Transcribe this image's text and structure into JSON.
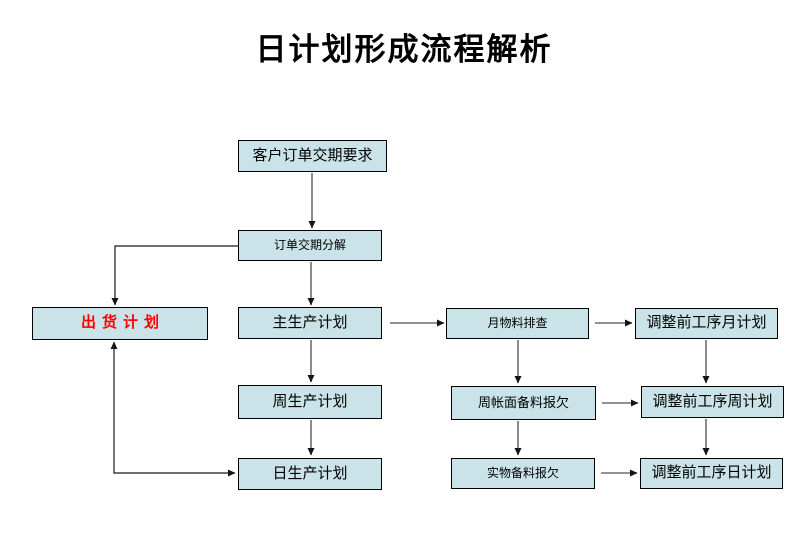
{
  "title": "日计划形成流程解析",
  "colors": {
    "background": "#FFFFFF",
    "node_fill": "#C9E3E8",
    "node_border": "#000000",
    "text": "#000000",
    "accent_text": "#FF0000",
    "arrow_shaft": "#6E6E6E",
    "arrow_head": "#141414"
  },
  "nodes": [
    {
      "id": "customer-order-requirement",
      "label": "客户订单交期要求"
    },
    {
      "id": "order-delivery-breakdown",
      "label": "订单交期分解"
    },
    {
      "id": "shipping-plan",
      "label": "出货计划"
    },
    {
      "id": "master-production-plan",
      "label": "主生产计划"
    },
    {
      "id": "monthly-material-check",
      "label": "月物料排查"
    },
    {
      "id": "pre-adjust-process-monthly-plan",
      "label": "调整前工序月计划"
    },
    {
      "id": "weekly-production-plan",
      "label": "周生产计划"
    },
    {
      "id": "weekly-book-material-shortage",
      "label": "周帐面备料报欠"
    },
    {
      "id": "pre-adjust-process-weekly-plan",
      "label": "调整前工序周计划"
    },
    {
      "id": "daily-production-plan",
      "label": "日生产计划"
    },
    {
      "id": "physical-material-shortage",
      "label": "实物备料报欠"
    },
    {
      "id": "pre-adjust-process-daily-plan",
      "label": "调整前工序日计划"
    }
  ],
  "edges": [
    {
      "from": "customer-order-requirement",
      "to": "order-delivery-breakdown",
      "arrow": "single"
    },
    {
      "from": "order-delivery-breakdown",
      "to": "shipping-plan",
      "arrow": "single"
    },
    {
      "from": "order-delivery-breakdown",
      "to": "master-production-plan",
      "arrow": "single"
    },
    {
      "from": "master-production-plan",
      "to": "monthly-material-check",
      "arrow": "single"
    },
    {
      "from": "monthly-material-check",
      "to": "pre-adjust-process-monthly-plan",
      "arrow": "single"
    },
    {
      "from": "master-production-plan",
      "to": "weekly-production-plan",
      "arrow": "single"
    },
    {
      "from": "weekly-production-plan",
      "to": "daily-production-plan",
      "arrow": "single"
    },
    {
      "from": "monthly-material-check",
      "to": "weekly-book-material-shortage",
      "arrow": "single"
    },
    {
      "from": "weekly-book-material-shortage",
      "to": "physical-material-shortage",
      "arrow": "single"
    },
    {
      "from": "weekly-book-material-shortage",
      "to": "pre-adjust-process-weekly-plan",
      "arrow": "single"
    },
    {
      "from": "physical-material-shortage",
      "to": "pre-adjust-process-daily-plan",
      "arrow": "single"
    },
    {
      "from": "pre-adjust-process-monthly-plan",
      "to": "pre-adjust-process-weekly-plan",
      "arrow": "single"
    },
    {
      "from": "pre-adjust-process-weekly-plan",
      "to": "pre-adjust-process-daily-plan",
      "arrow": "single"
    },
    {
      "from": "shipping-plan",
      "to": "daily-production-plan",
      "arrow": "double"
    }
  ]
}
